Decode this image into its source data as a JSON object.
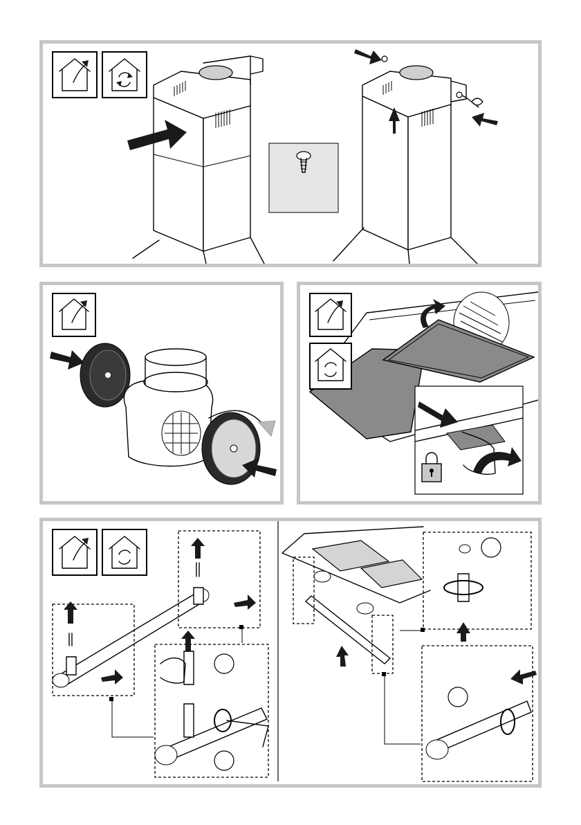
{
  "document": {
    "type": "installation-instructions-illustration",
    "panels": [
      {
        "id": "chimney-installation",
        "icons": [
          "ducted-mode-icon",
          "recirculation-mode-icon"
        ]
      },
      {
        "id": "carbon-filter-installation",
        "icons": [
          "ducted-mode-icon"
        ]
      },
      {
        "id": "grease-filter-removal",
        "icons": [
          "ducted-mode-icon",
          "recirculation-mode-icon",
          "padlock-icon"
        ]
      },
      {
        "id": "bar-installation",
        "icons": [
          "ducted-mode-icon",
          "recirculation-mode-icon"
        ]
      }
    ]
  },
  "colors": {
    "panel_border": "#c6c6c6",
    "filter_grey": "#8a8a8a",
    "detail_box": "#e6e6e6",
    "arrow": "#1a1a1a"
  }
}
